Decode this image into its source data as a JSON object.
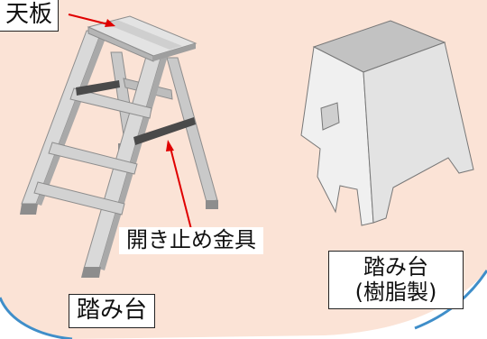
{
  "labels": {
    "top_board": "天板",
    "stopper": "開き止め金具",
    "stepladder": "踏み台",
    "resin_stool_line1": "踏み台",
    "resin_stool_line2": "(樹脂製)"
  },
  "colors": {
    "background_peach": "#fbe3d6",
    "frame_blue": "#3f8ec9",
    "metal_light": "#d6d6d6",
    "metal_mid": "#b5b5b5",
    "metal_dark": "#8d8d8d",
    "stopper_bar": "#4a4a4a",
    "arrow_red": "#e00000",
    "resin_body": "#ebebeb"
  }
}
